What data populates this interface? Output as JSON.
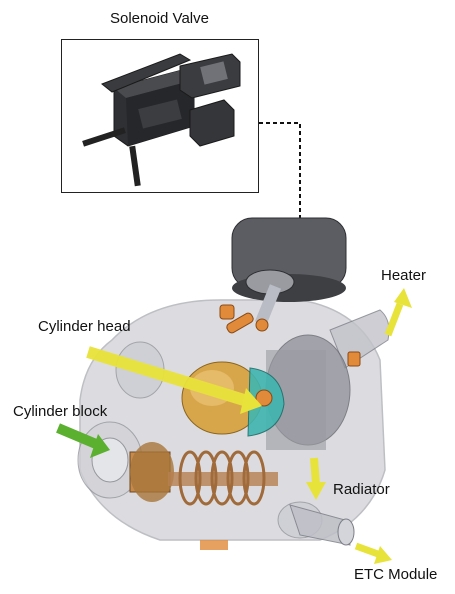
{
  "diagram": {
    "title": "Solenoid Valve",
    "labels": {
      "heater": "Heater",
      "cylinder_head": "Cylinder head",
      "cylinder_block": "Cylinder block",
      "radiator": "Radiator",
      "etc_module": "ETC Module"
    },
    "colors": {
      "flow_arrow_yellow": "#e8e33a",
      "flow_arrow_green": "#5bb030",
      "housing_gray": "#9a9aa2",
      "brass": "#d8a64a",
      "teal": "#3fb6b0",
      "orange": "#e08a3a"
    }
  }
}
